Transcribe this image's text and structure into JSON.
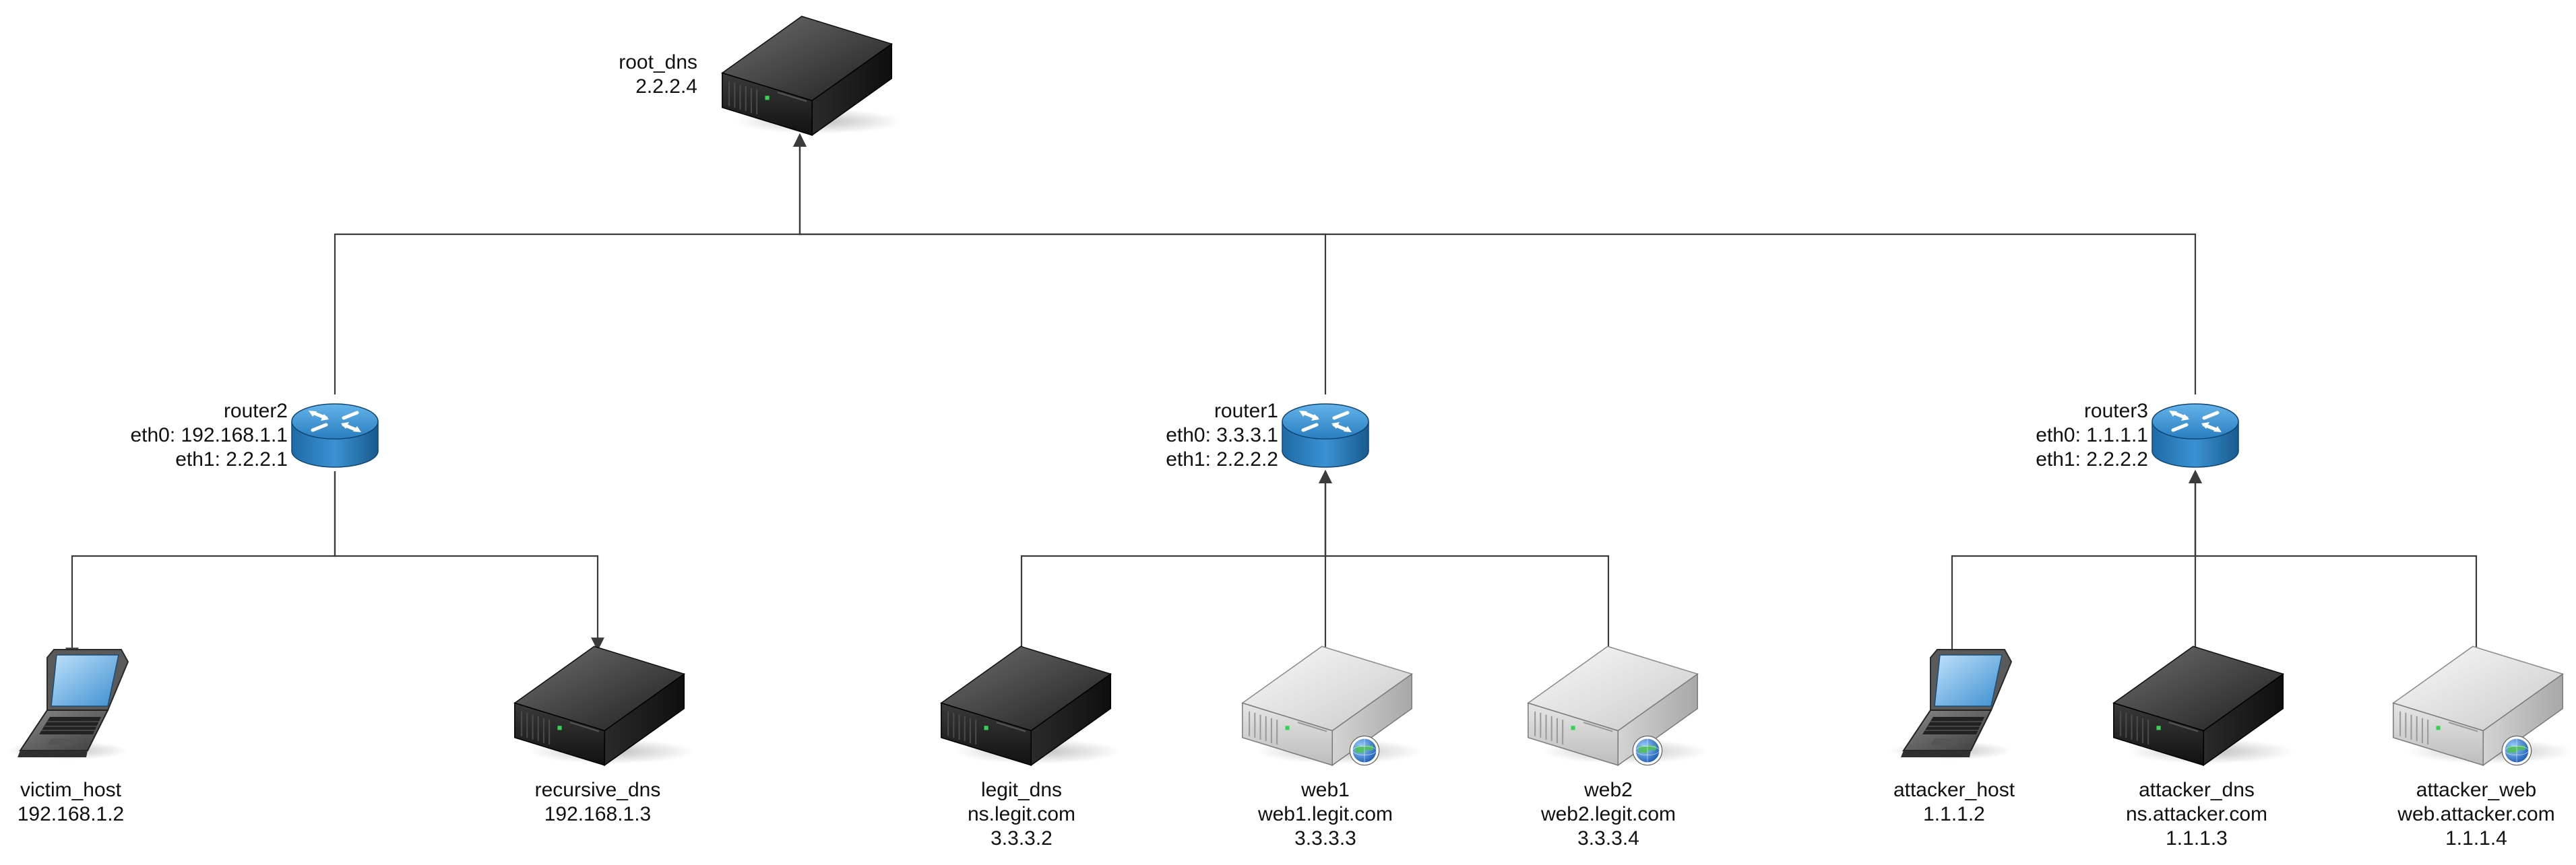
{
  "colors": {
    "wire": "#3b3b3b",
    "router_blue": "#2f86c8",
    "server_dark": "#2a2a2a",
    "server_light": "#d8d8d8",
    "laptop_screen": "#6fb4e8",
    "globe_blue": "#3a7bd5"
  },
  "nodes": {
    "root_dns": {
      "icon": "dark-server-icon",
      "lines": [
        "root_dns",
        "2.2.2.4"
      ]
    },
    "router2": {
      "icon": "router-icon",
      "lines": [
        "router2",
        "eth0: 192.168.1.1",
        "eth1: 2.2.2.1"
      ]
    },
    "router1": {
      "icon": "router-icon",
      "lines": [
        "router1",
        "eth0: 3.3.3.1",
        "eth1: 2.2.2.2"
      ]
    },
    "router3": {
      "icon": "router-icon",
      "lines": [
        "router3",
        "eth0: 1.1.1.1",
        "eth1: 2.2.2.2"
      ]
    },
    "victim_host": {
      "icon": "laptop-icon",
      "lines": [
        "victim_host",
        "192.168.1.2"
      ]
    },
    "recursive_dns": {
      "icon": "dark-server-icon",
      "lines": [
        "recursive_dns",
        "192.168.1.3"
      ]
    },
    "legit_dns": {
      "icon": "dark-server-icon",
      "lines": [
        "legit_dns",
        "ns.legit.com",
        "3.3.3.2"
      ]
    },
    "web1": {
      "icon": "web-server-icon",
      "lines": [
        "web1",
        "web1.legit.com",
        "3.3.3.3"
      ]
    },
    "web2": {
      "icon": "web-server-icon",
      "lines": [
        "web2",
        "web2.legit.com",
        "3.3.3.4"
      ]
    },
    "attacker_host": {
      "icon": "laptop-icon",
      "lines": [
        "attacker_host",
        "1.1.1.2"
      ]
    },
    "attacker_dns": {
      "icon": "dark-server-icon",
      "lines": [
        "attacker_dns",
        "ns.attacker.com",
        "1.1.1.3"
      ]
    },
    "attacker_web": {
      "icon": "web-server-icon",
      "lines": [
        "attacker_web",
        "web.attacker.com",
        "1.1.1.4"
      ]
    }
  },
  "links": [
    [
      "router2",
      "root_dns"
    ],
    [
      "router1",
      "root_dns"
    ],
    [
      "router3",
      "root_dns"
    ],
    [
      "router2",
      "victim_host"
    ],
    [
      "router2",
      "recursive_dns"
    ],
    [
      "legit_dns",
      "router1"
    ],
    [
      "web1",
      "router1"
    ],
    [
      "web2",
      "router1"
    ],
    [
      "attacker_host",
      "router3"
    ],
    [
      "attacker_dns",
      "router3"
    ],
    [
      "attacker_web",
      "router3"
    ]
  ]
}
